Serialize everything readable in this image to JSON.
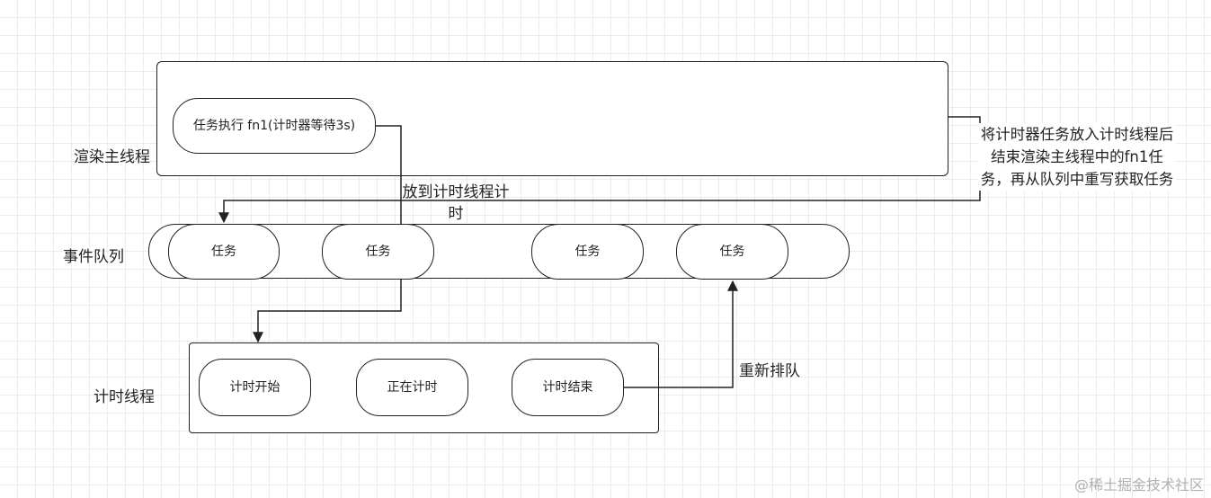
{
  "diagram": {
    "render_thread": {
      "label": "渲染主线程",
      "task": "任务执行 fn1(计时器等待3s)"
    },
    "event_queue": {
      "label": "事件队列",
      "tasks": [
        "任务",
        "任务",
        "任务",
        "任务"
      ]
    },
    "timer_thread": {
      "label": "计时线程",
      "steps": [
        "计时开始",
        "正在计时",
        "计时结束"
      ]
    },
    "edges": {
      "to_timer": "放到计时线程计时",
      "requeue": "重新排队",
      "note": "将计时器任务放入计时线程后结束渲染主线程中的fn1任务，再从队列中重写获取任务"
    },
    "watermark": "@稀土掘金技术社区"
  }
}
